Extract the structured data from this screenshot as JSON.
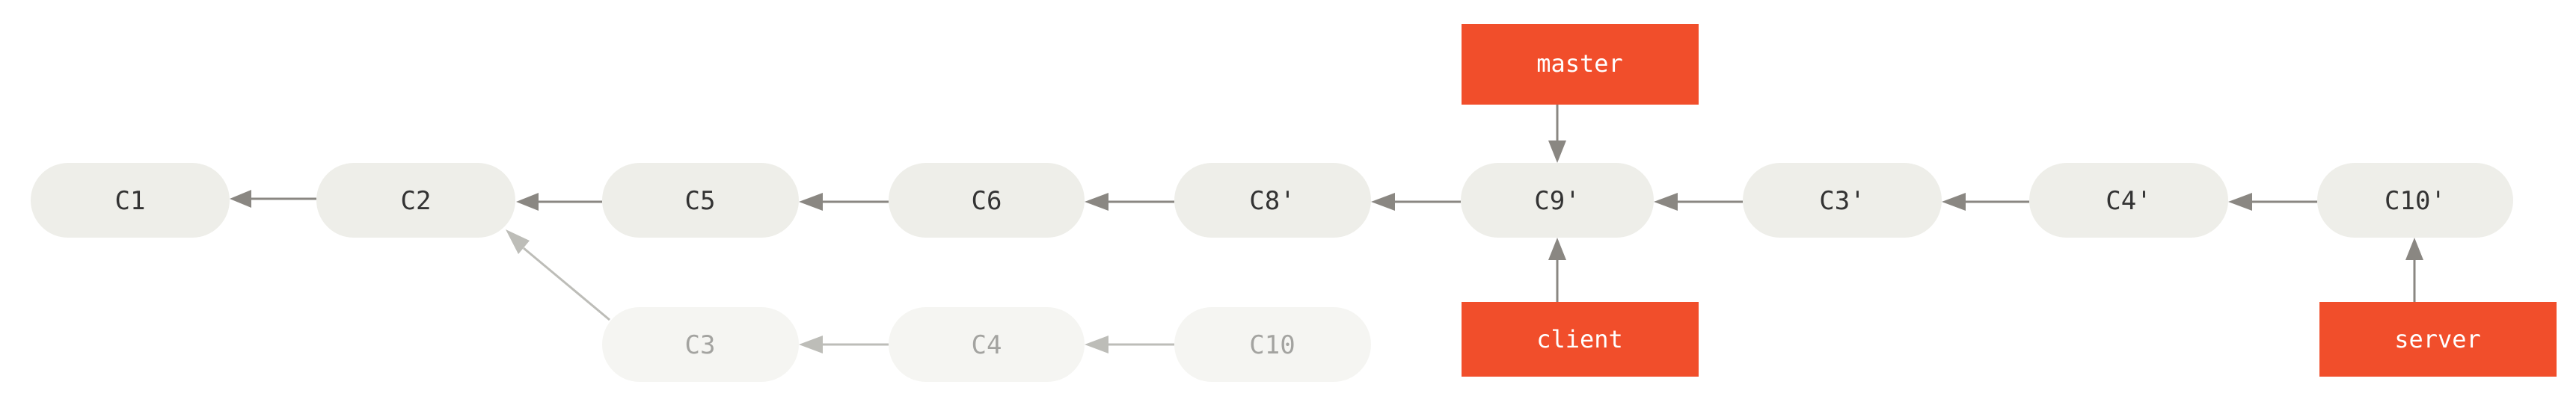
{
  "commits": {
    "c1": {
      "label": "C1",
      "faded": false
    },
    "c2": {
      "label": "C2",
      "faded": false
    },
    "c5": {
      "label": "C5",
      "faded": false
    },
    "c6": {
      "label": "C6",
      "faded": false
    },
    "c8p": {
      "label": "C8'",
      "faded": false
    },
    "c9p": {
      "label": "C9'",
      "faded": false
    },
    "c3p": {
      "label": "C3'",
      "faded": false
    },
    "c4p": {
      "label": "C4'",
      "faded": false
    },
    "c10p": {
      "label": "C10'",
      "faded": false
    },
    "c3": {
      "label": "C3",
      "faded": true
    },
    "c4": {
      "label": "C4",
      "faded": true
    },
    "c10": {
      "label": "C10",
      "faded": true
    }
  },
  "refs": {
    "master": {
      "label": "master",
      "points_to": "c9p"
    },
    "client": {
      "label": "client",
      "points_to": "c9p"
    },
    "server": {
      "label": "server",
      "points_to": "c10p"
    }
  },
  "edges": [
    {
      "from": "c2",
      "to": "c1"
    },
    {
      "from": "c5",
      "to": "c2"
    },
    {
      "from": "c6",
      "to": "c5"
    },
    {
      "from": "c8p",
      "to": "c6"
    },
    {
      "from": "c9p",
      "to": "c8p"
    },
    {
      "from": "c3p",
      "to": "c9p"
    },
    {
      "from": "c4p",
      "to": "c3p"
    },
    {
      "from": "c10p",
      "to": "c4p"
    },
    {
      "from": "c3",
      "to": "c2",
      "faded": true
    },
    {
      "from": "c4",
      "to": "c3",
      "faded": true
    },
    {
      "from": "c10",
      "to": "c4",
      "faded": true
    }
  ],
  "colors": {
    "commit_fill": "#eeeee9",
    "commit_fill_faded": "#f5f5f2",
    "commit_text": "#333333",
    "commit_text_faded": "#a3a3a0",
    "arrow": "#8a8782",
    "arrow_faded": "#bdbdb8",
    "ref_fill": "#f14e2b",
    "ref_text": "#ffffff"
  }
}
